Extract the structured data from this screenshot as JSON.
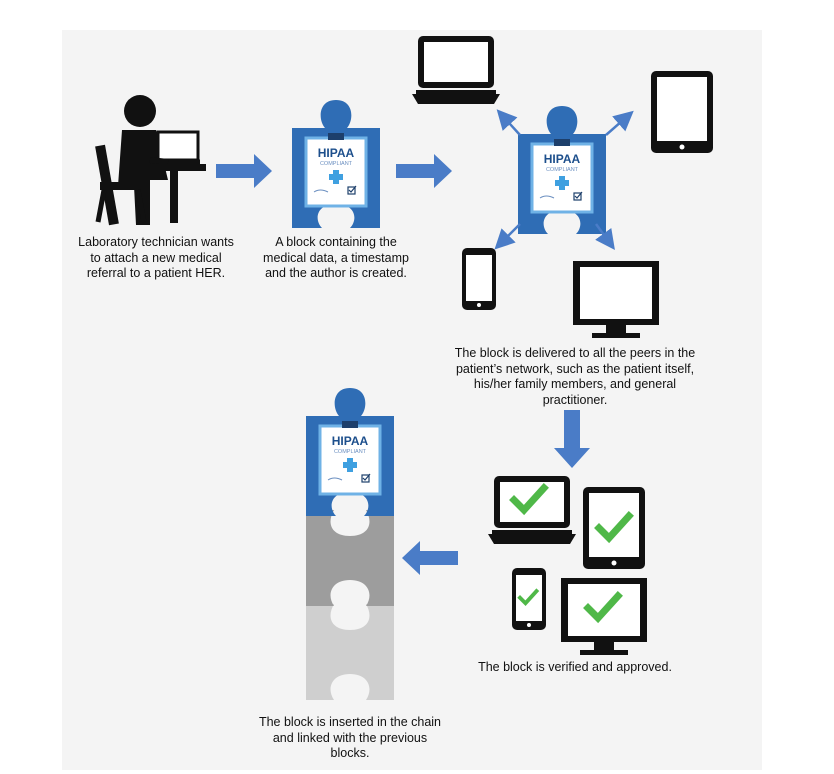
{
  "captions": {
    "technician": "Laboratory technician wants\nto attach a new medical\nreferral to a patient HER.",
    "block_created": "A block containing the\nmedical data, a timestamp\nand the author is created.",
    "delivered": "The block is delivered to all the peers in the\npatient’s network, such as the patient itself,\nhis/her family members, and general\npractitioner.",
    "verified": "The block is verified and approved.",
    "inserted": "The block is inserted in the chain\nand linked with the previous\nblocks."
  },
  "badge": {
    "title": "HIPAA",
    "subtitle": "COMPLIANT"
  },
  "colors": {
    "arrow_blue": "#4a7cc7",
    "block_blue": "#2f6db5",
    "block_gray": "#9d9d9d",
    "block_light": "#cfcfcf",
    "check_green": "#4fb848",
    "icon_black": "#111111"
  },
  "icons": [
    "person-at-laptop-icon",
    "laptop-icon",
    "tablet-icon",
    "smartphone-icon",
    "monitor-icon",
    "checkmark-icon",
    "hipaa-badge-icon",
    "puzzle-block-icon"
  ]
}
